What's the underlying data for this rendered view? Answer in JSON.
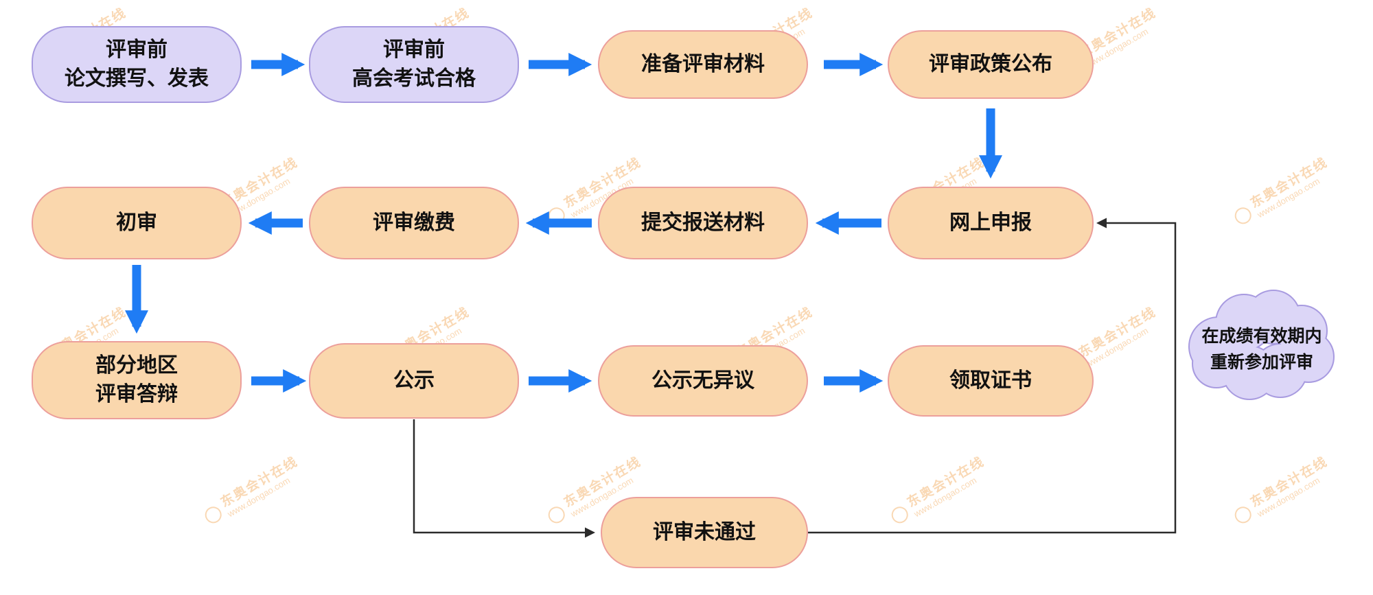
{
  "colors": {
    "purple_fill": "#dcd6f7",
    "purple_border": "#a89be0",
    "orange_fill": "#fad7ad",
    "orange_border": "#ec9f9b",
    "arrow_blue": "#1f7cf4",
    "line_black": "#2b2b2b",
    "watermark": "#f19a3d",
    "text": "#111111"
  },
  "nodes": {
    "pre_thesis": {
      "line1": "评审前",
      "line2": "论文撰写、发表"
    },
    "pre_exam": {
      "line1": "评审前",
      "line2": "高会考试合格"
    },
    "prepare_materials": {
      "label": "准备评审材料"
    },
    "policy_announced": {
      "label": "评审政策公布"
    },
    "online_application": {
      "label": "网上申报"
    },
    "submit_materials": {
      "label": "提交报送材料"
    },
    "review_payment": {
      "label": "评审缴费"
    },
    "initial_review": {
      "label": "初审"
    },
    "defense": {
      "line1": "部分地区",
      "line2": "评审答辩"
    },
    "publicity": {
      "label": "公示"
    },
    "no_objection": {
      "label": "公示无异议"
    },
    "certificate": {
      "label": "领取证书"
    },
    "not_passed": {
      "label": "评审未通过"
    }
  },
  "cloud_note": {
    "line1": "在成绩有效期内",
    "line2": "重新参加评审"
  },
  "watermark": {
    "line1": "东奥会计在线",
    "line2": "www.dongao.com"
  }
}
